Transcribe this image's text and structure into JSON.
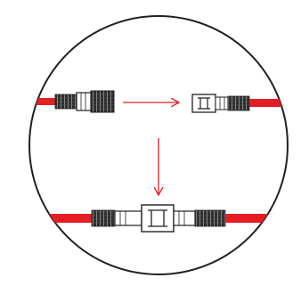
{
  "diagram": {
    "type": "connector-assembly-illustration",
    "steps": [
      {
        "step": 1,
        "parts": [
          "cable-with-male-plug",
          "cable-with-female-socket"
        ],
        "direction": "right"
      },
      {
        "step": 2,
        "parts": [
          "joined-connector"
        ],
        "direction": "down"
      }
    ]
  },
  "colors": {
    "cable": "#e31e24",
    "arrow": "#e31e24",
    "outline": "#231f20",
    "background": "#ffffff"
  }
}
